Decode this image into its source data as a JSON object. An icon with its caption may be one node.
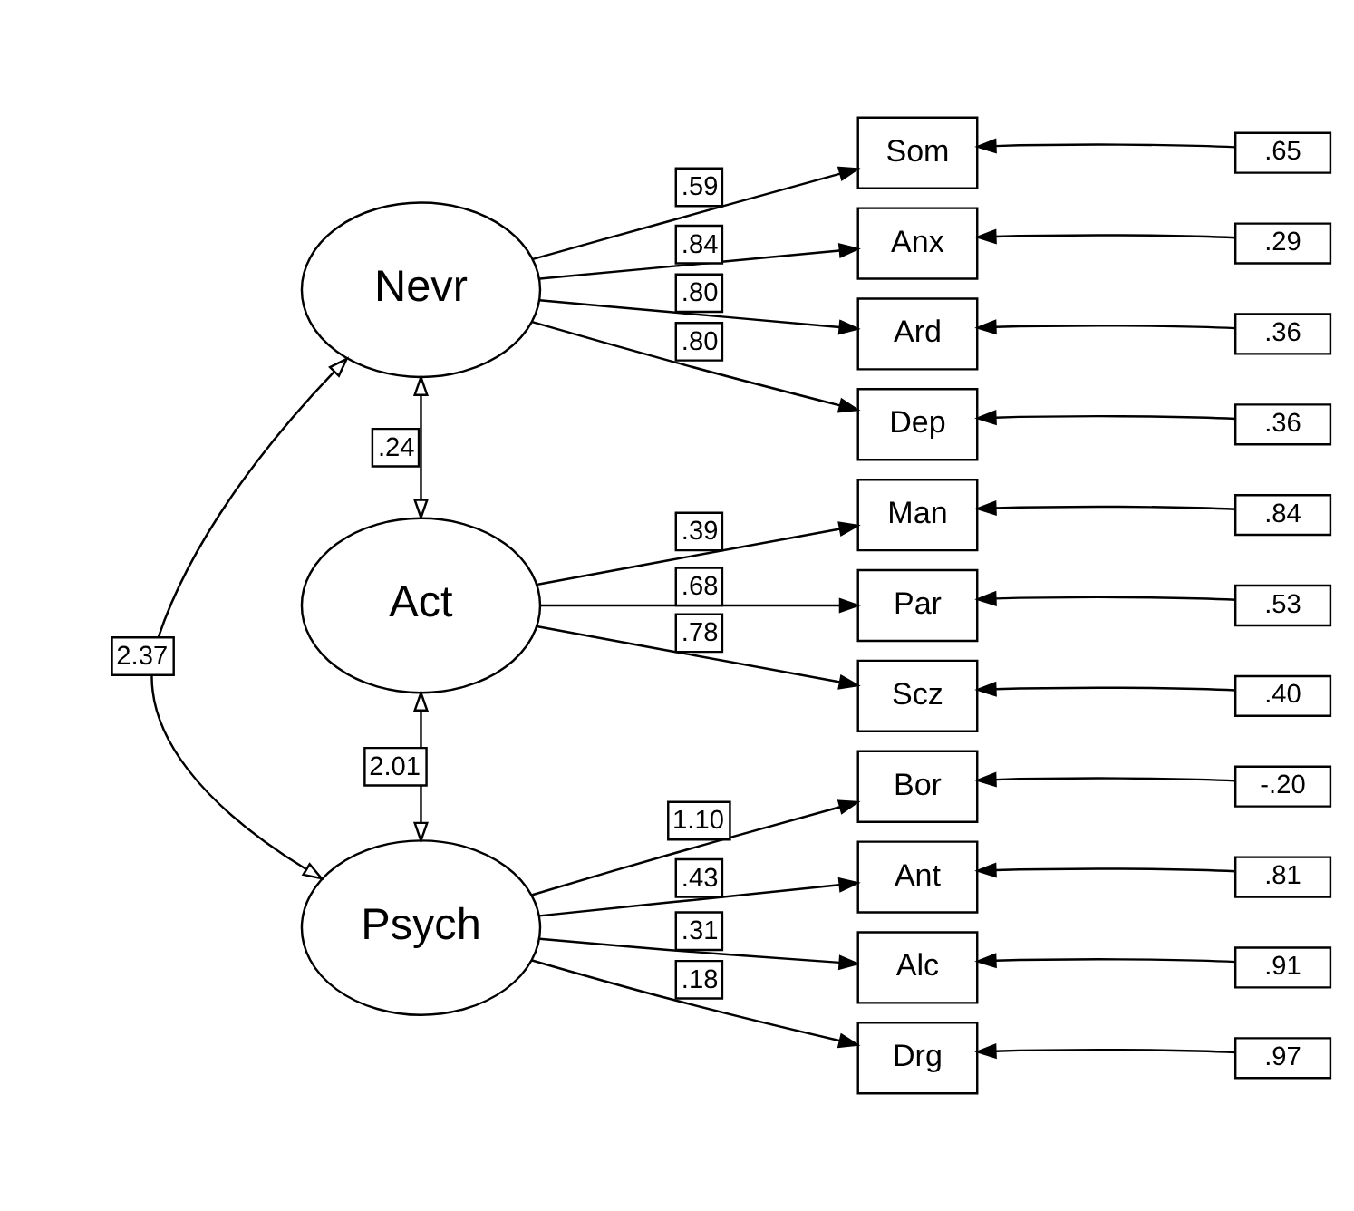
{
  "diagram": {
    "nodes": [
      {
        "text": [
          "Nevr"
        ]
      },
      {
        "text": [
          "Act"
        ]
      },
      {
        "text": [
          "Psych"
        ]
      },
      {
        "text": [
          "Som"
        ]
      },
      {
        "text": [
          "Anx"
        ]
      },
      {
        "text": [
          "Ard"
        ]
      },
      {
        "text": [
          "Dep"
        ]
      },
      {
        "text": [
          "Man"
        ]
      },
      {
        "text": [
          "Par"
        ]
      },
      {
        "text": [
          "Scz"
        ]
      },
      {
        "text": [
          "Bor"
        ]
      },
      {
        "text": [
          "Ant"
        ]
      },
      {
        "text": [
          "Alc"
        ]
      },
      {
        "text": [
          "Drg"
        ]
      },
      {
        "text": [
          ".65"
        ]
      },
      {
        "text": [
          ".29"
        ]
      },
      {
        "text": [
          ".36"
        ]
      },
      {
        "text": [
          ".36"
        ]
      },
      {
        "text": [
          ".84"
        ]
      },
      {
        "text": [
          ".53"
        ]
      },
      {
        "text": [
          ".40"
        ]
      },
      {
        "text": [
          "-.20"
        ]
      },
      {
        "text": [
          ".81"
        ]
      },
      {
        "text": [
          ".91"
        ]
      },
      {
        "text": [
          ".97"
        ]
      }
    ],
    "edges": [
      {
        "from": 0,
        "to": 3,
        "arrow": "to",
        "label": ".59"
      },
      {
        "from": 0,
        "to": 4,
        "arrow": "to",
        "label": ".84"
      },
      {
        "from": 0,
        "to": 5,
        "arrow": "to",
        "label": ".80"
      },
      {
        "from": 0,
        "to": 6,
        "arrow": "to",
        "label": ".80"
      },
      {
        "from": 1,
        "to": 7,
        "arrow": "to",
        "label": ".39"
      },
      {
        "from": 1,
        "to": 8,
        "arrow": "to",
        "label": ".68"
      },
      {
        "from": 1,
        "to": 9,
        "arrow": "to",
        "label": ".78"
      },
      {
        "from": 2,
        "to": 10,
        "arrow": "to",
        "label": "1.10"
      },
      {
        "from": 2,
        "to": 11,
        "arrow": "to",
        "label": ".43"
      },
      {
        "from": 2,
        "to": 12,
        "arrow": "to",
        "label": ".31"
      },
      {
        "from": 2,
        "to": 13,
        "arrow": "to",
        "label": ".18"
      },
      {
        "from": 14,
        "to": 3,
        "arrow": "to"
      },
      {
        "from": 15,
        "to": 4,
        "arrow": "to"
      },
      {
        "from": 16,
        "to": 5,
        "arrow": "to"
      },
      {
        "from": 17,
        "to": 6,
        "arrow": "to"
      },
      {
        "from": 18,
        "to": 7,
        "arrow": "to"
      },
      {
        "from": 19,
        "to": 8,
        "arrow": "to"
      },
      {
        "from": 20,
        "to": 9,
        "arrow": "to"
      },
      {
        "from": 21,
        "to": 10,
        "arrow": "to"
      },
      {
        "from": 22,
        "to": 11,
        "arrow": "to"
      },
      {
        "from": 23,
        "to": 12,
        "arrow": "to"
      },
      {
        "from": 24,
        "to": 13,
        "arrow": "to"
      },
      {
        "from": 0,
        "to": 1,
        "arrow": "both",
        "label": ".24"
      },
      {
        "from": 1,
        "to": 2,
        "arrow": "both",
        "label": "2.01"
      },
      {
        "from": 0,
        "to": 2,
        "arrow": "both",
        "label": "2.37"
      }
    ]
  }
}
